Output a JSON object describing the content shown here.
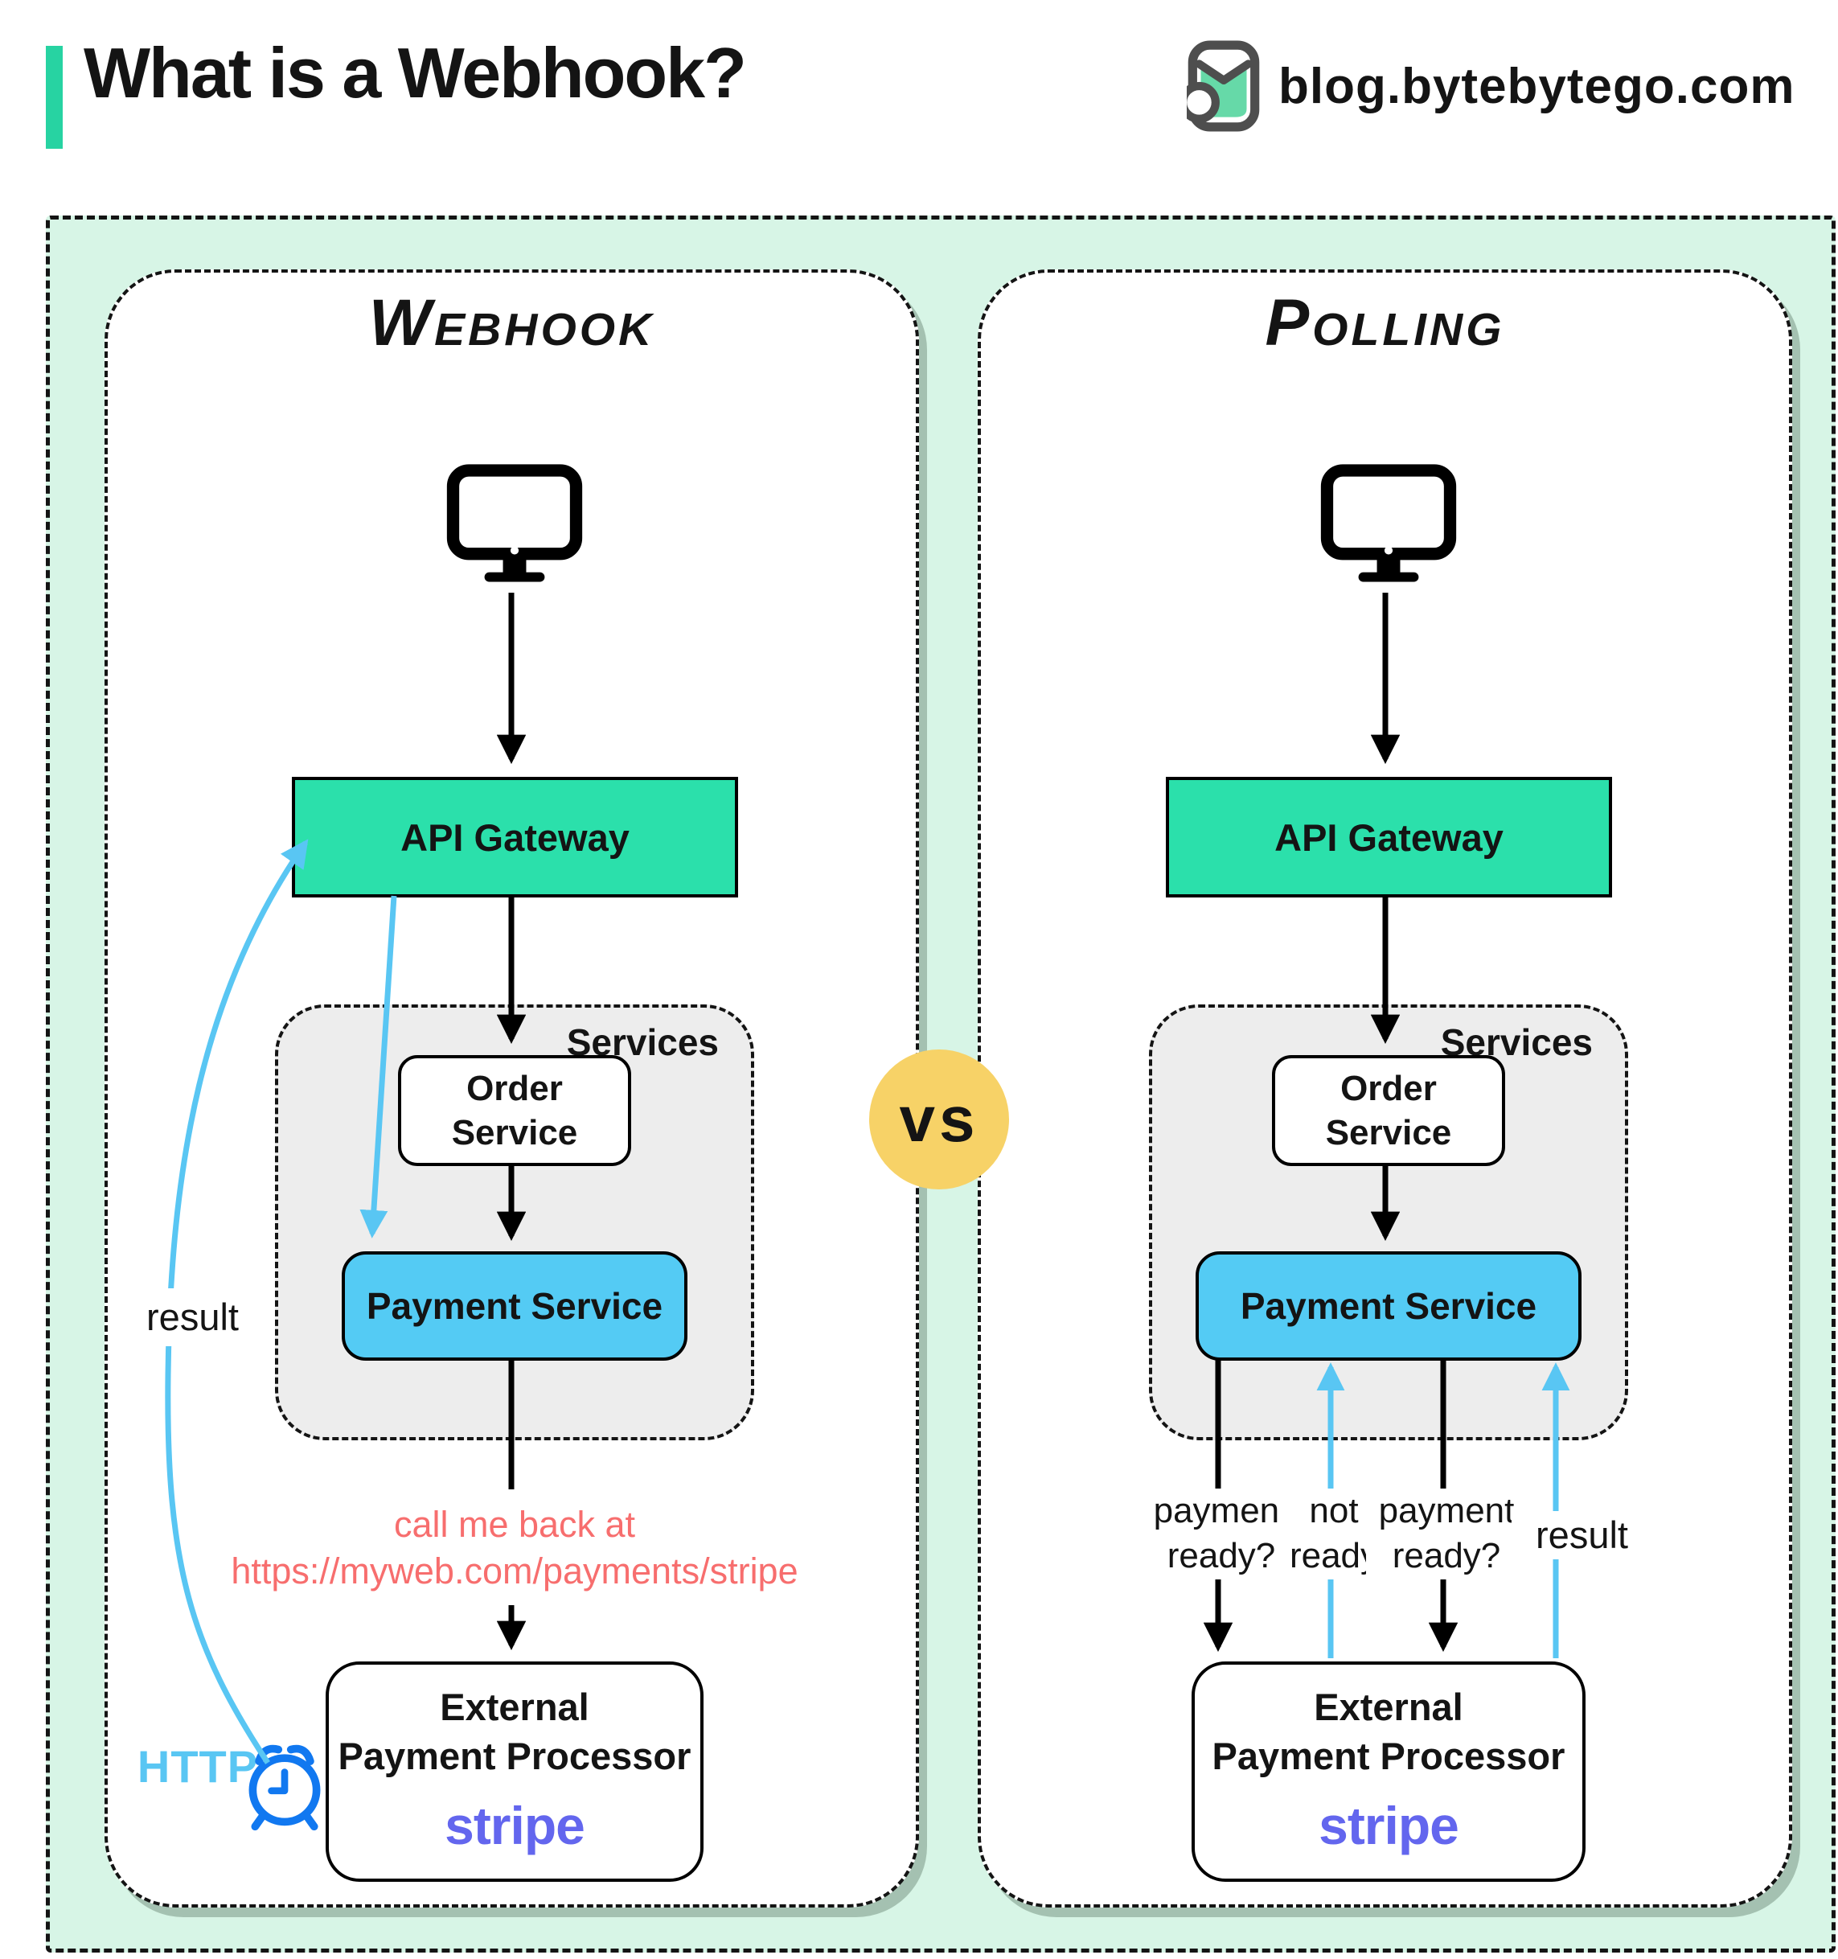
{
  "header": {
    "title": "What is a Webhook?",
    "site": "blog.bytebytego.com"
  },
  "vs_label": "vs",
  "panels": {
    "webhook": {
      "title": "Webhook",
      "api_gateway": "API Gateway",
      "services_label": "Services",
      "order_service": "Order\nService",
      "payment_service": "Payment Service",
      "external_processor": "External\nPayment Processor",
      "processor_brand": "stripe",
      "callback_note": "call me back at\nhttps://myweb.com/payments/stripe",
      "result_label": "result",
      "http_label": "HTTP"
    },
    "polling": {
      "title": "Polling",
      "api_gateway": "API Gateway",
      "services_label": "Services",
      "order_service": "Order\nService",
      "payment_service": "Payment Service",
      "external_processor": "External\nPayment Processor",
      "processor_brand": "stripe",
      "poll_labels": {
        "q1": "payment\nready?",
        "q2": "not\nready",
        "q3": "payment\nready?",
        "result": "result"
      }
    }
  },
  "icons": {
    "site_logo": "bytebytego-logo-icon",
    "client": "computer-monitor-icon",
    "clock": "alarm-clock-icon"
  },
  "colors": {
    "accent": "#27d3a2",
    "api-fill": "#2be0ab",
    "payment-fill": "#54cbf4",
    "arrow-blue": "#59c6f3",
    "clock-blue": "#1178f0",
    "salmon": "#f76e6e",
    "stripe-purple": "#6366ee",
    "vs-yellow": "#f7d267",
    "mint": "#d7f5e6"
  }
}
